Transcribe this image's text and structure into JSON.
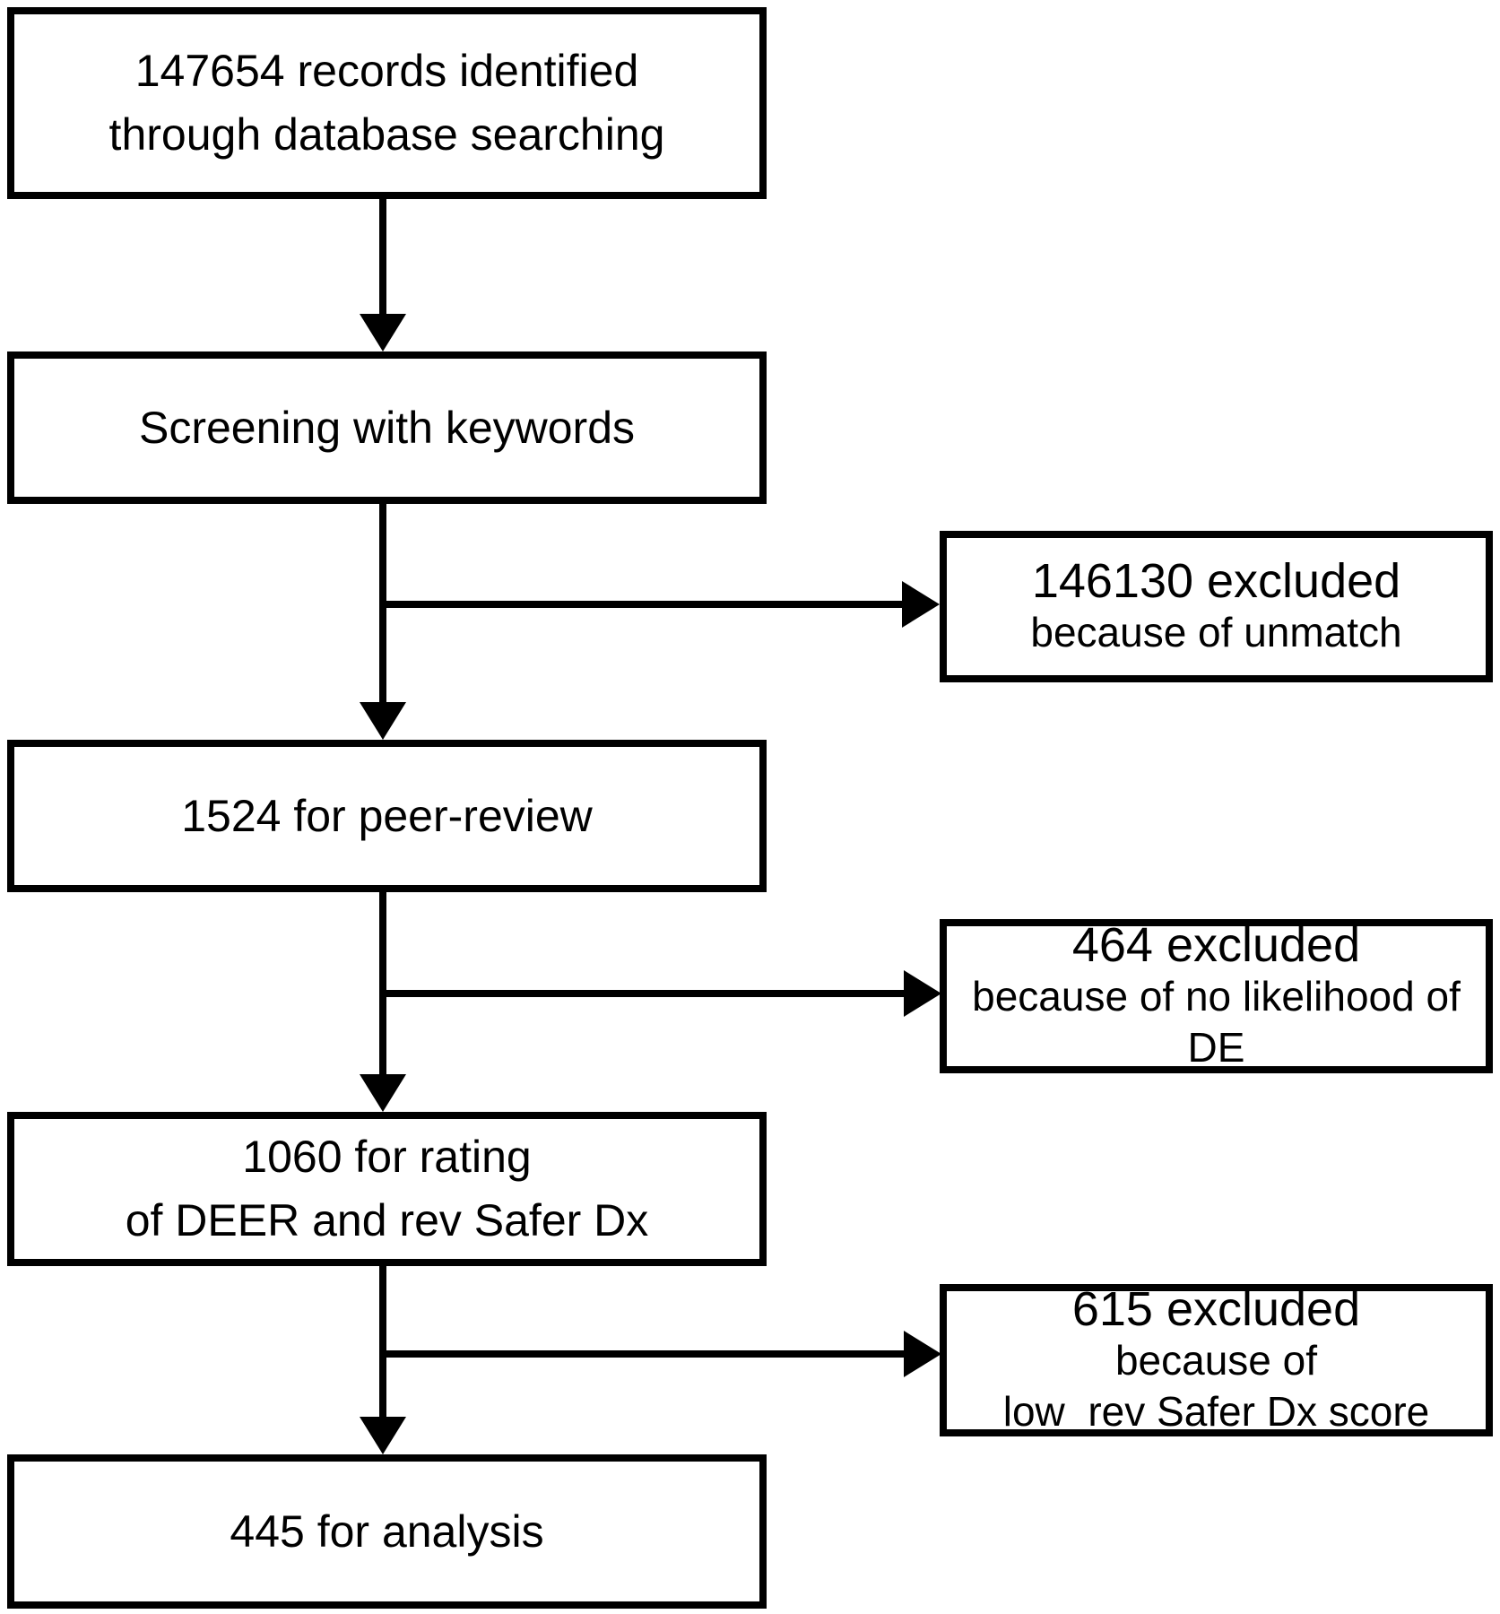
{
  "flowchart": {
    "title": "Study selection flow diagram",
    "colors": {
      "line": "#000000",
      "text": "#000000",
      "background": "#ffffff"
    },
    "main_boxes": [
      {
        "id": "records-identified",
        "lines": [
          "147654 records identified",
          "through database searching"
        ]
      },
      {
        "id": "screening",
        "lines": [
          "Screening with keywords"
        ]
      },
      {
        "id": "peer-review",
        "lines": [
          "1524 for peer-review"
        ]
      },
      {
        "id": "rating",
        "lines": [
          "1060 for rating",
          "of DEER and rev Safer Dx"
        ]
      },
      {
        "id": "analysis",
        "lines": [
          "445 for analysis"
        ]
      }
    ],
    "exclusion_boxes": [
      {
        "id": "excluded-unmatch",
        "headline": "146130 excluded",
        "details": [
          "because of unmatch"
        ]
      },
      {
        "id": "excluded-no-likelihood",
        "headline": "464 excluded",
        "details": [
          "because of no likelihood of",
          "DE"
        ]
      },
      {
        "id": "excluded-low-score",
        "headline": "615 excluded",
        "details": [
          "because of",
          "low  rev Safer Dx score"
        ]
      }
    ]
  }
}
